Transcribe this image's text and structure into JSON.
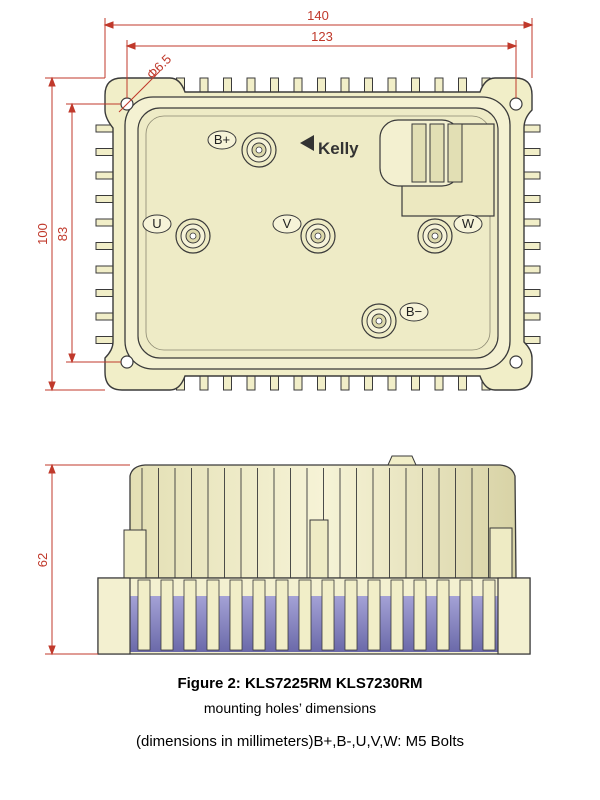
{
  "dimensions": {
    "top_width": "140",
    "hole_spacing_width": "123",
    "hole_diameter": "Φ6.5",
    "top_height": "100",
    "hole_spacing_height": "83",
    "side_height": "62"
  },
  "terminals": {
    "b_plus": "B+",
    "b_minus": "B−",
    "u": "U",
    "v": "V",
    "w": "W"
  },
  "brand": "Kelly",
  "caption": {
    "title": "Figure 2: KLS7225RM KLS7230RM",
    "subtitle": "mounting holes’ dimensions",
    "units": "(dimensions in millimeters)B+,B-,U,V,W: M5 Bolts"
  },
  "colors": {
    "body": "#f1eec8",
    "body_shade": "#d8d3a6",
    "outline": "#3a3a3a",
    "dimension": "#c0392b",
    "underside": "#4b4aa8"
  }
}
